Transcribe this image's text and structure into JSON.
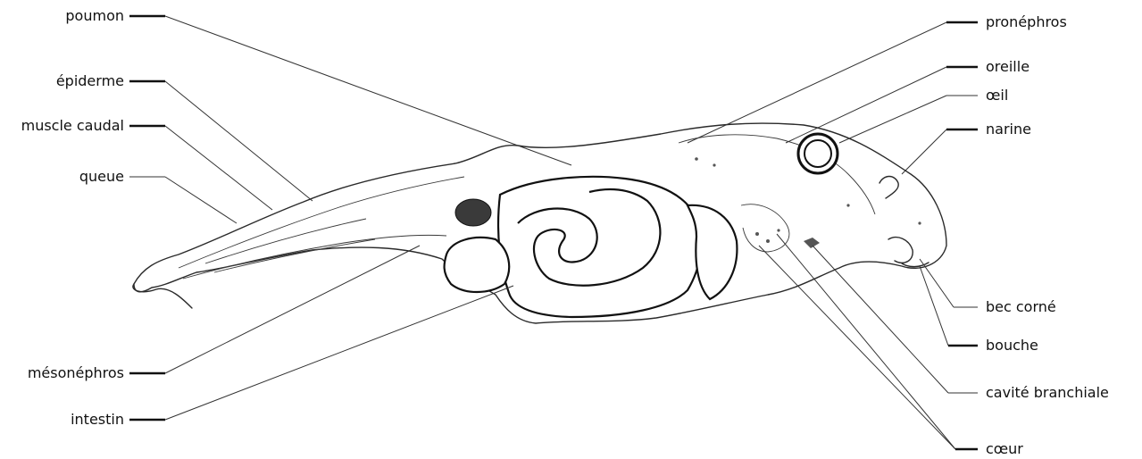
{
  "labels_left": [
    "poumon",
    "épiderme",
    "muscle caudal",
    "queue",
    "mésonéphros",
    "intestin"
  ],
  "labels_right": [
    "pronéphros",
    "oreille",
    "œil",
    "narine",
    "bec corné",
    "bouche",
    "cavité branchiale",
    "cœur"
  ],
  "colors": {
    "ink": "#111111",
    "line": "#333333",
    "background": "#ffffff"
  }
}
